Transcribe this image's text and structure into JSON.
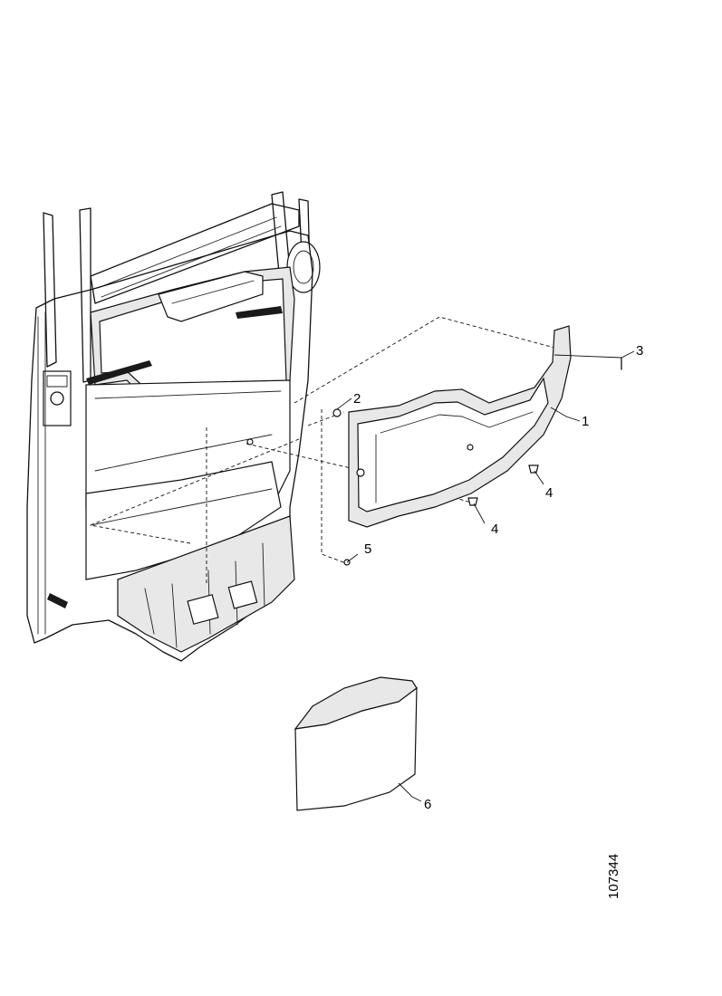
{
  "callouts": {
    "c1": "1",
    "c2": "2",
    "c3": "3",
    "c4a": "4",
    "c4b": "4",
    "c5": "5",
    "c6": "6"
  },
  "reference_number": "107344"
}
